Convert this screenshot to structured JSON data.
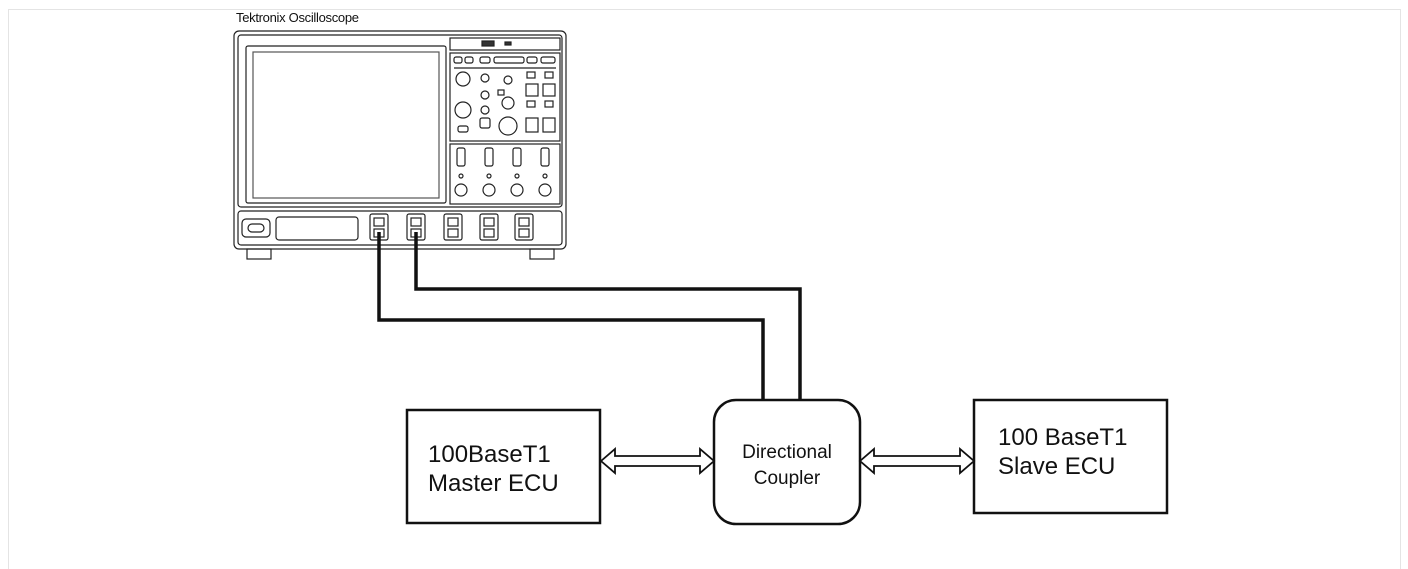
{
  "oscilloscope": {
    "label": "Tektronix Oscilloscope"
  },
  "master_ecu": {
    "line1": "100BaseT1",
    "line2": "Master ECU"
  },
  "coupler": {
    "line1": "Directional",
    "line2": "Coupler"
  },
  "slave_ecu": {
    "line1": "100 BaseT1",
    "line2": "Slave ECU"
  },
  "colors": {
    "line": "#111111",
    "screen_bezel": "#999999",
    "background": "#ffffff"
  }
}
